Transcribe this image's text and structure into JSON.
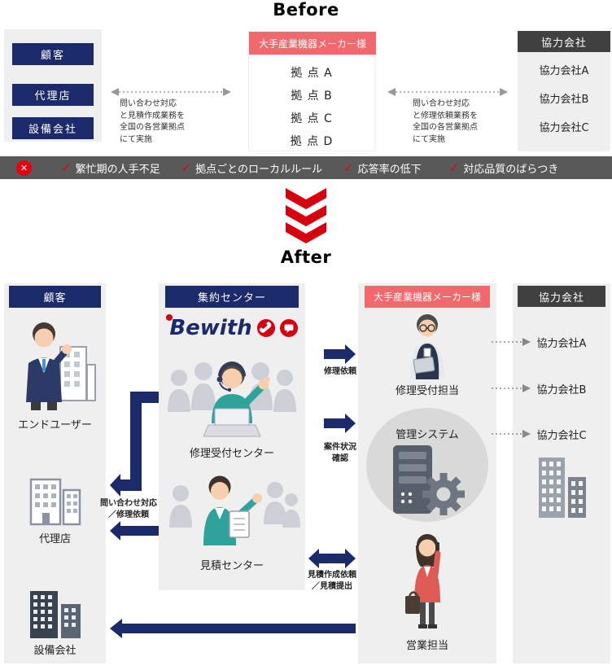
{
  "colors": {
    "navy": "#1b2a6b",
    "accent_red": "#d7000f",
    "salmon_header": "#f2696d",
    "dark_header": "#404040",
    "problem_bar": "#595959",
    "panel_gray": "#efefef",
    "system_circle": "#d9d9d9"
  },
  "icons": {
    "x_mark": "✕",
    "check": "✓"
  },
  "before": {
    "title": "Before",
    "customers": [
      "顧客",
      "代理店",
      "設備会社"
    ],
    "maker": {
      "header": "大手産業機器メーカー様",
      "sites": [
        "拠 点 A",
        "拠 点 B",
        "拠 点 C",
        "拠 点 D"
      ]
    },
    "partners": {
      "header": "協力会社",
      "items": [
        "協力会社A",
        "協力会社B",
        "協力会社C"
      ]
    },
    "left_caption": "問い合わせ対応\nと見積作成業務を\n全国の各営業拠点\nにて実施",
    "right_caption": "問い合わせ対応\nと修理依頼業務を\n全国の各営業拠点\nにて実施",
    "problems": [
      "繁忙期の人手不足",
      "拠点ごとのローカルルール",
      "応答率の低下",
      "対応品質のばらつき"
    ]
  },
  "after": {
    "title": "After",
    "customer": {
      "header": "顧客",
      "end_user": "エンドユーザー",
      "agency": "代理店",
      "equipment": "設備会社"
    },
    "center": {
      "header": "集約センター",
      "logo": "Bewith",
      "repair_center": "修理受付センター",
      "quote_center": "見積センター"
    },
    "maker": {
      "header": "大手産業機器メーカー様",
      "repair_staff": "修理受付担当",
      "system": "管理システム",
      "sales": "営業担当"
    },
    "partner": {
      "header": "協力会社",
      "items": [
        "協力会社A",
        "協力会社B",
        "協力会社C"
      ]
    },
    "labels": {
      "repair_request": "修理依頼",
      "case_status": "案件状況\n確認",
      "inquiry_repair": "問い合わせ対応\n／修理依頼",
      "quote_request": "見積作成依頼\n／見積提出"
    }
  }
}
